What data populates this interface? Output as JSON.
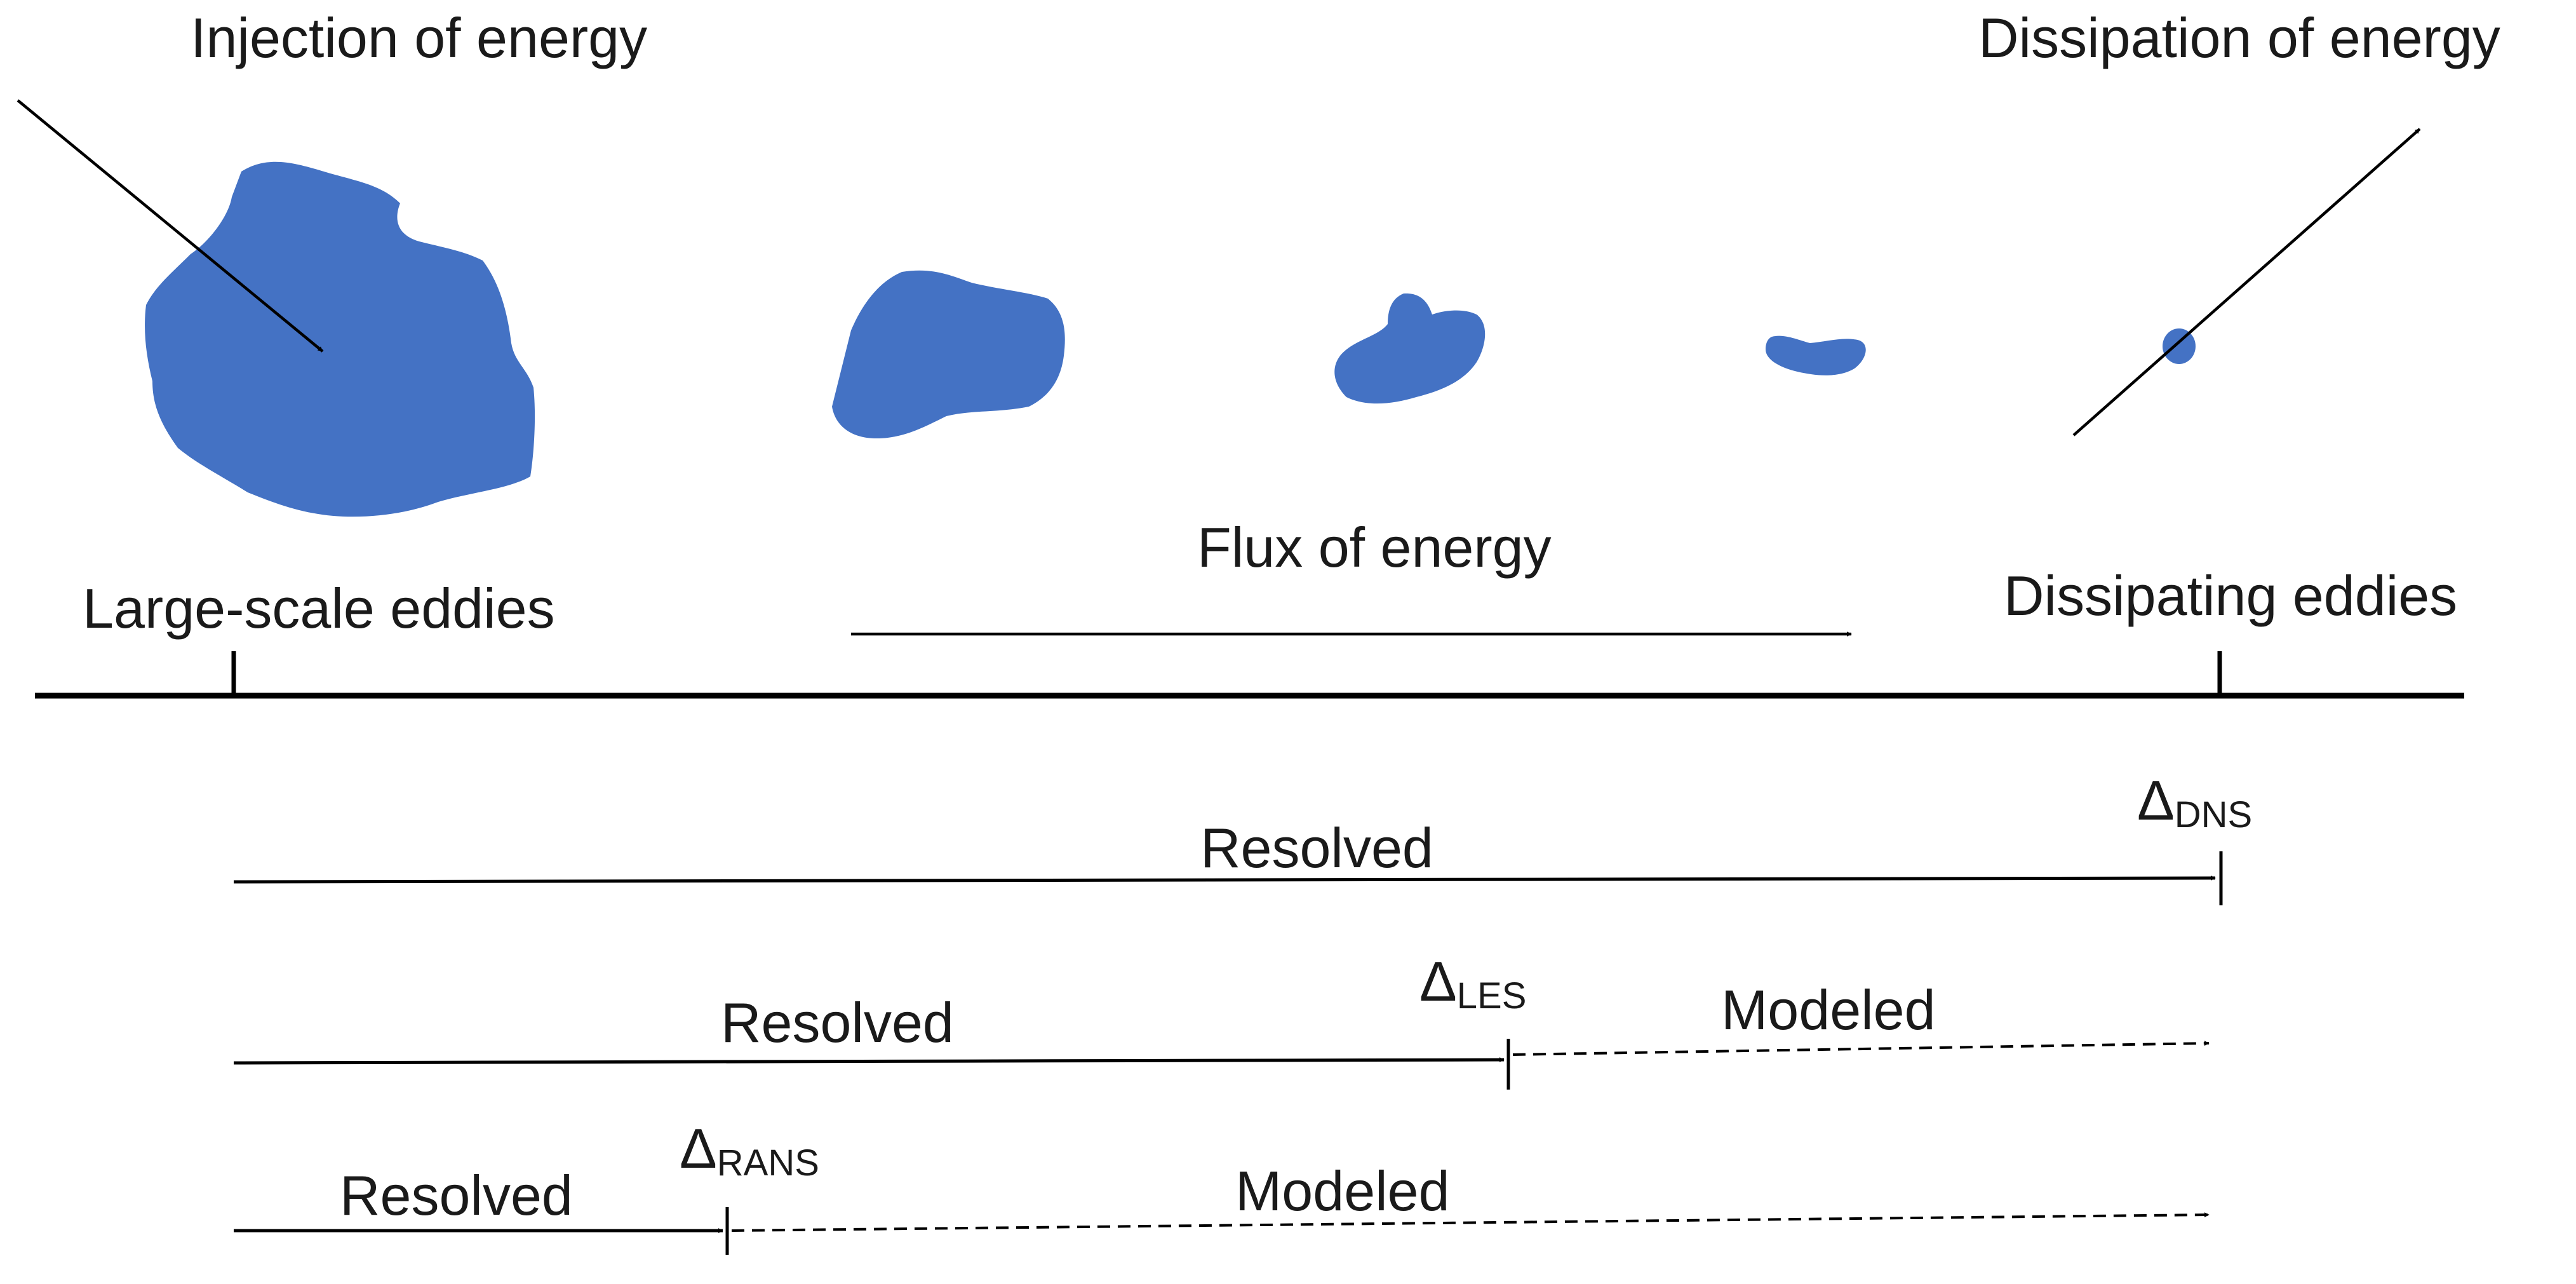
{
  "top_labels": {
    "injection": "Injection of energy",
    "dissipation": "Dissipation of energy",
    "flux": "Flux of energy",
    "large_scale": "Large-scale eddies",
    "dissipating": "Dissipating eddies"
  },
  "rows": {
    "dns": {
      "resolved": "Resolved",
      "delta": "Δ",
      "delta_sub": "DNS"
    },
    "les": {
      "resolved": "Resolved",
      "modeled": "Modeled",
      "delta": "Δ",
      "delta_sub": "LES"
    },
    "rans": {
      "resolved": "Resolved",
      "modeled": "Modeled",
      "delta": "Δ",
      "delta_sub": "RANS"
    }
  },
  "colors": {
    "eddy": "#4472c4",
    "line": "#000000"
  }
}
